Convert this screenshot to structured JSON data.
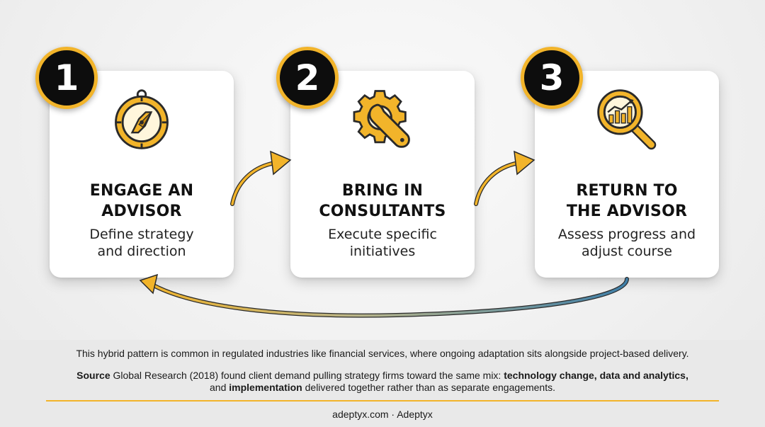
{
  "steps": [
    {
      "number": "1",
      "icon": "compass-icon",
      "title_line1": "ENGAGE AN",
      "title_line2": "ADVISOR",
      "desc_line1": "Define strategy",
      "desc_line2": "and direction"
    },
    {
      "number": "2",
      "icon": "gear-wrench-icon",
      "title_line1": "BRING IN",
      "title_line2": "CONSULTANTS",
      "desc_line1": "Execute specific",
      "desc_line2": "initiatives"
    },
    {
      "number": "3",
      "icon": "magnifier-chart-icon",
      "title_line1": "RETURN TO",
      "title_line2": "THE ADVISOR",
      "desc_line1": "Assess progress and",
      "desc_line2": "adjust course"
    }
  ],
  "footer": {
    "note": "This hybrid pattern is common in regulated industries like financial services, where ongoing adaptation sits alongside project-based delivery.",
    "source_label": "Source",
    "source_text1": " Global Research (2018) found client demand pulling strategy firms toward the same mix: ",
    "source_bold1": "technology change, data and analytics,",
    "source_text2": "and ",
    "source_bold2": "implementation",
    "source_text3": " delivered together rather than as separate engagements.",
    "credit": "adeptyx.com · Adeptyx"
  },
  "colors": {
    "accent": "#f2b42a",
    "badge": "#0d0d0d",
    "loop_start": "#3f7fa8",
    "loop_end": "#f2b42a"
  }
}
